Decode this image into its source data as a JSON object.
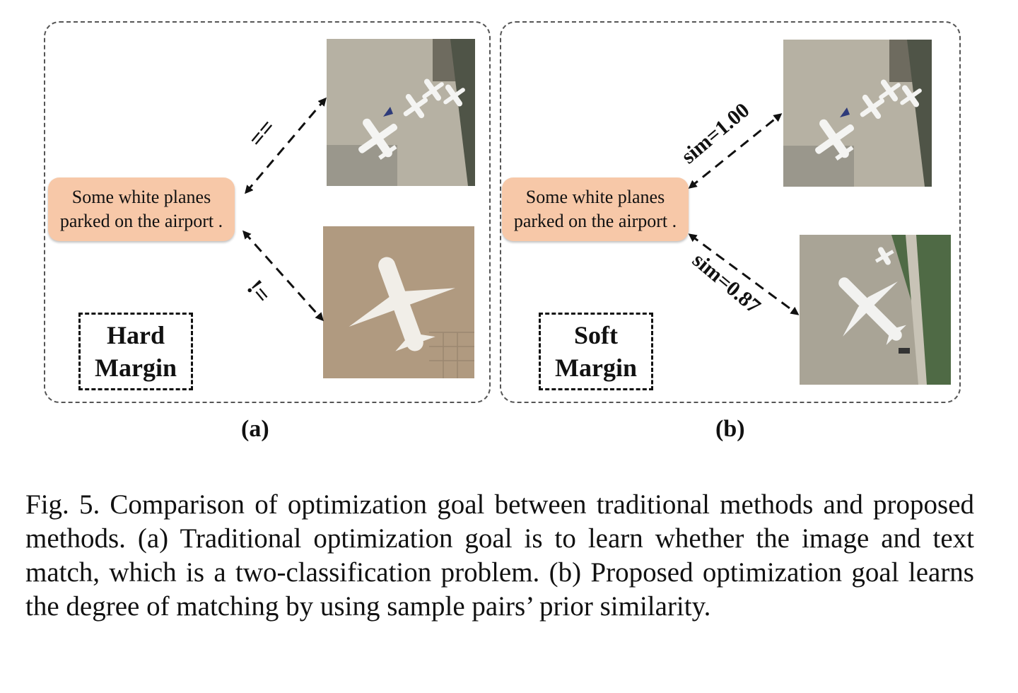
{
  "panel_a": {
    "caption_line1": "Some white planes",
    "caption_line2": "parked on the airport .",
    "match_label": "==",
    "mismatch_label": "!=",
    "margin_line1": "Hard",
    "margin_line2": "Margin",
    "sub_label": "(a)"
  },
  "panel_b": {
    "caption_line1": "Some white planes",
    "caption_line2": "parked on the airport .",
    "sim_top": "sim=1.00",
    "sim_bottom": "sim=0.87",
    "margin_line1": "Soft",
    "margin_line2": "Margin",
    "sub_label": "(b)"
  },
  "figure_caption": "Fig. 5.   Comparison of optimization goal between traditional methods and proposed methods. (a) Traditional optimization goal is to learn whether the image and text match, which is a two-classification problem. (b) Proposed optimization goal learns the degree of matching by using sample pairs’ prior similarity."
}
